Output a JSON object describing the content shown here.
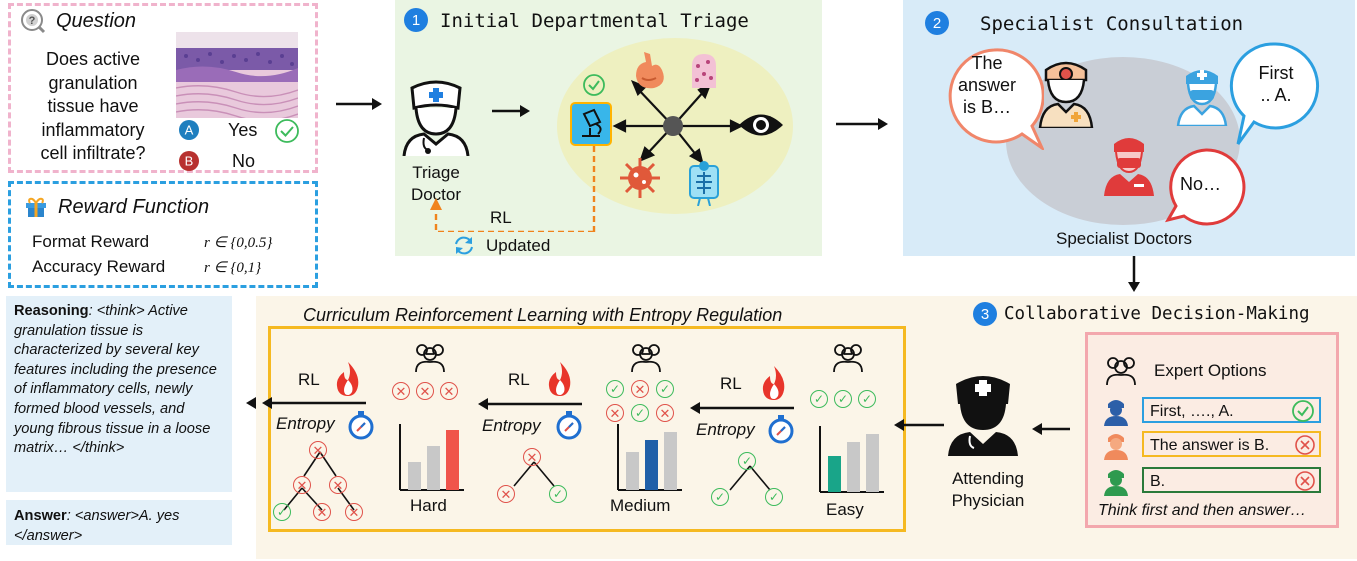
{
  "question": {
    "header": "Question",
    "text_lines": [
      "Does active",
      "granulation",
      "tissue have",
      "inflammatory",
      "cell infiltrate?"
    ],
    "option_a_letter": "A",
    "option_a": "Yes",
    "option_b_letter": "B",
    "option_b": "No"
  },
  "reward": {
    "header": "Reward Function",
    "format_label": "Format Reward",
    "format_formula": "r ∈ {0,0.5}",
    "accuracy_label": "Accuracy Reward",
    "accuracy_formula": "r ∈ {0,1}"
  },
  "stage1": {
    "number": "1",
    "title": "Initial Departmental Triage",
    "doctor_line1": "Triage",
    "doctor_line2": "Doctor",
    "rl_label": "RL",
    "updated_label": "Updated"
  },
  "stage2": {
    "number": "2",
    "title": "Specialist Consultation",
    "bubble1": [
      "The",
      "answer",
      "is B…"
    ],
    "bubble2": [
      "First",
      ".. A."
    ],
    "bubble3": "No…",
    "group_label": "Specialist Doctors"
  },
  "stage3": {
    "number": "3",
    "title": "Collaborative Decision-Making",
    "curriculum_title": "Curriculum Reinforcement Learning with Entropy Regulation",
    "rl_label": "RL",
    "entropy_label": "Entropy",
    "levels": [
      "Hard",
      "Medium",
      "Easy"
    ],
    "attending_line1": "Attending",
    "attending_line2": "Physician",
    "expert_header": "Expert Options",
    "options": [
      "First, …., A.",
      "The answer is B.",
      "B."
    ],
    "footer": "Think first and then answer…"
  },
  "output": {
    "reasoning_label": "Reasoning",
    "reasoning_text": ": <think> Active granulation tissue is characterized by several key features including the presence of inflammatory cells, newly formed blood vessels, and young fibrous tissue in a loose matrix… </think>",
    "answer_label": "Answer",
    "answer_text": ": <answer>A. yes </answer>"
  },
  "colors": {
    "stage_badge": "#1f7fe0",
    "green_panel": "#eaf5e3",
    "blue_panel": "#d8ebf8",
    "cream_panel": "#fbf5e8",
    "check": "#3dbb5c",
    "cross": "#e0524a"
  }
}
